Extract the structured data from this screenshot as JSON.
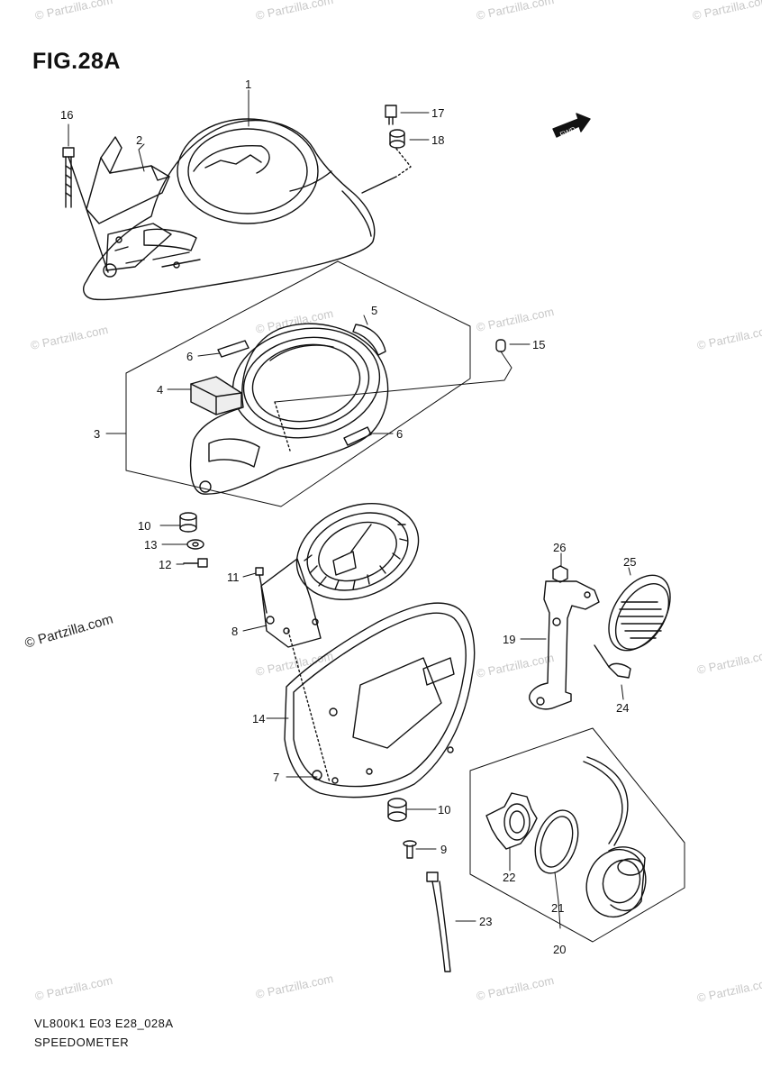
{
  "figure": {
    "title": "FIG.28A",
    "model_code": "VL800K1 E03 E28_028A",
    "section_name": "SPEEDOMETER",
    "fwd_label": "FWD"
  },
  "watermark": {
    "text": "© Partzilla.com",
    "main_text": "© Partzilla.com"
  },
  "callouts": [
    {
      "id": "1",
      "label": "1"
    },
    {
      "id": "2",
      "label": "2"
    },
    {
      "id": "3",
      "label": "3"
    },
    {
      "id": "4",
      "label": "4"
    },
    {
      "id": "5",
      "label": "5"
    },
    {
      "id": "6a",
      "label": "6"
    },
    {
      "id": "6b",
      "label": "6"
    },
    {
      "id": "7",
      "label": "7"
    },
    {
      "id": "8",
      "label": "8"
    },
    {
      "id": "9",
      "label": "9"
    },
    {
      "id": "10a",
      "label": "10"
    },
    {
      "id": "10b",
      "label": "10"
    },
    {
      "id": "11",
      "label": "11"
    },
    {
      "id": "12",
      "label": "12"
    },
    {
      "id": "13",
      "label": "13"
    },
    {
      "id": "14",
      "label": "14"
    },
    {
      "id": "15",
      "label": "15"
    },
    {
      "id": "16",
      "label": "16"
    },
    {
      "id": "17",
      "label": "17"
    },
    {
      "id": "18",
      "label": "18"
    },
    {
      "id": "19",
      "label": "19"
    },
    {
      "id": "20",
      "label": "20"
    },
    {
      "id": "21",
      "label": "21"
    },
    {
      "id": "22",
      "label": "22"
    },
    {
      "id": "23",
      "label": "23"
    },
    {
      "id": "24",
      "label": "24"
    },
    {
      "id": "25",
      "label": "25"
    },
    {
      "id": "26",
      "label": "26"
    }
  ]
}
